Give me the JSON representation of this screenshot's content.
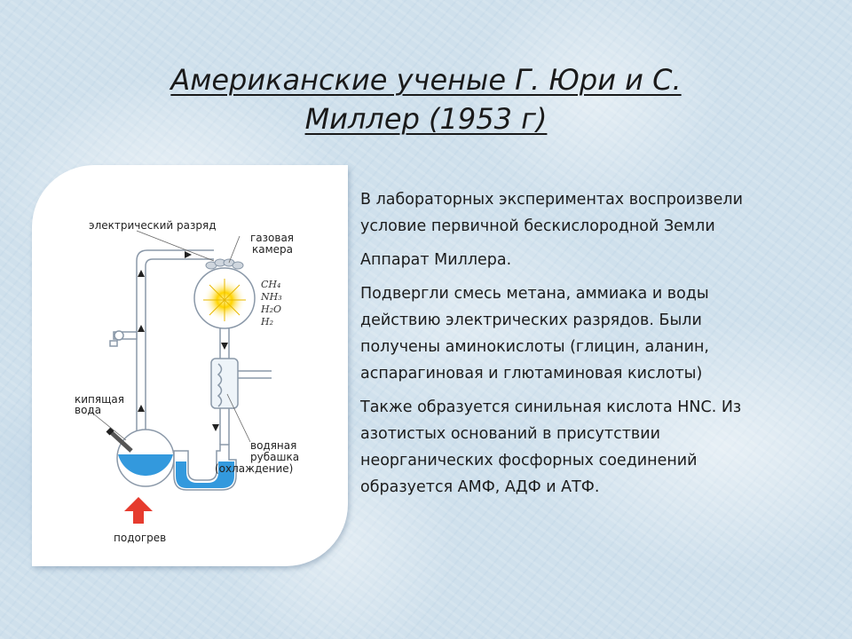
{
  "slide": {
    "title_line1": "Американские ученые Г. Юри и С.",
    "title_line2": "Миллер (1953 г)"
  },
  "diagram": {
    "labels": {
      "electric_discharge": "электрический разряд",
      "gas_chamber_1": "газовая",
      "gas_chamber_2": "камера",
      "boiling_water_1": "кипящая",
      "boiling_water_2": "вода",
      "water_jacket_1": "водяная",
      "water_jacket_2": "рубашка",
      "water_jacket_3": "(охлаждение)",
      "heating": "подогрев"
    },
    "formulas": {
      "ch4": "CH₄",
      "nh3": "NH₃",
      "h2o": "H₂O",
      "h2": "H₂"
    },
    "colors": {
      "water": "#3399dd",
      "heat_arrow": "#e63b2e",
      "spark": "#ffd400"
    }
  },
  "body": {
    "paragraphs": [
      "В лабораторных экспериментах воспроизвели условие первичной бескислородной Земли",
      "Аппарат Миллера.",
      "Подвергли смесь метана, аммиака и воды действию электрических разрядов. Были получены аминокислоты (глицин, аланин, аспарагиновая и глютаминовая кислоты)",
      "Также образуется синильная кислота HNC. Из азотистых оснований в присутствии неорганических фосфорных соединений образуется АМФ, АДФ и АТФ."
    ]
  }
}
